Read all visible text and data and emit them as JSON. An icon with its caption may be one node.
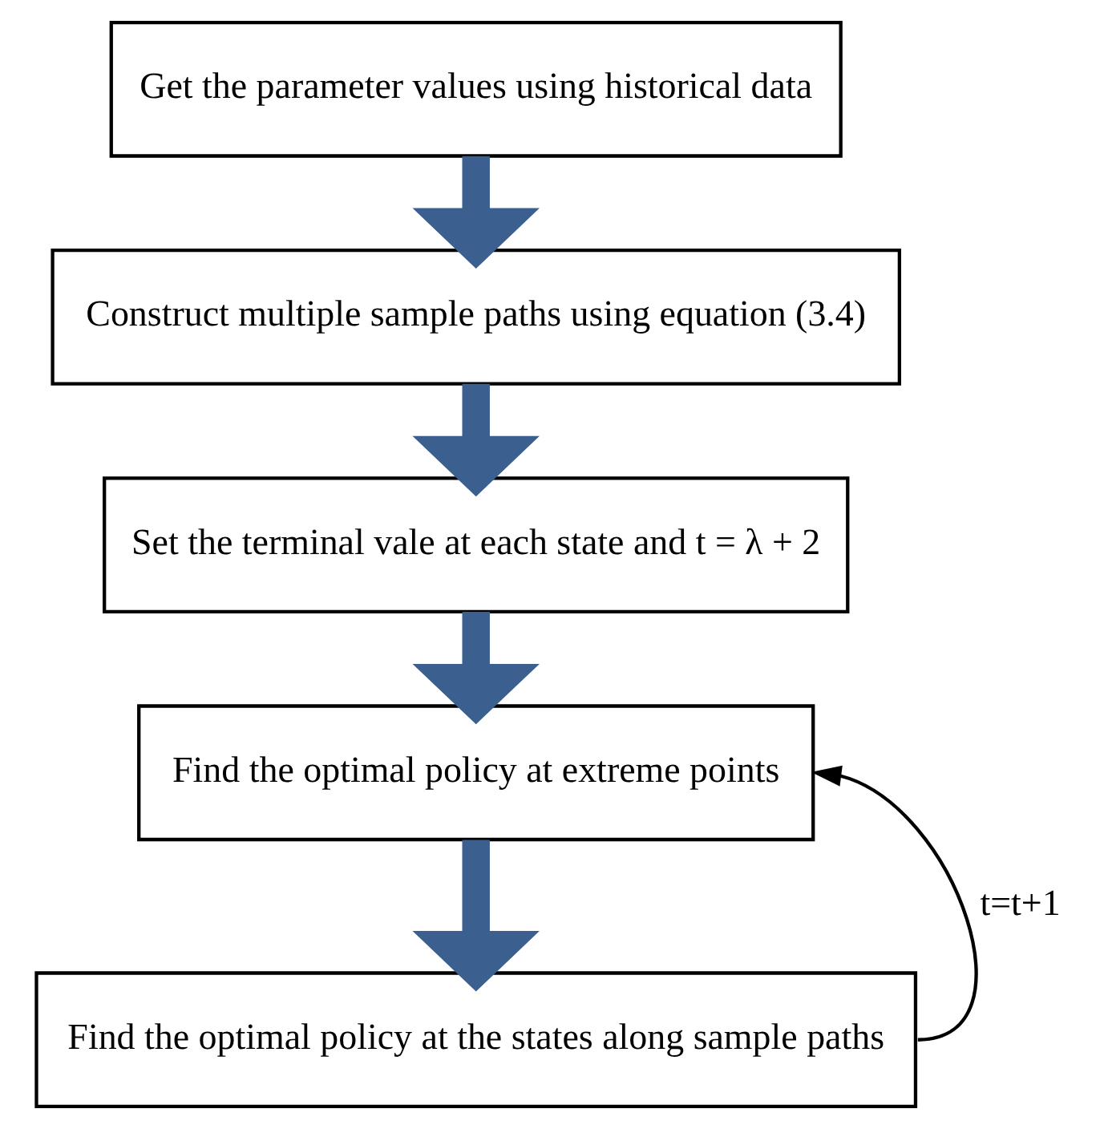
{
  "diagram": {
    "nodes": [
      {
        "text": [
          "Get the parameter values using historical data"
        ]
      },
      {
        "text": [
          "Construct multiple sample paths using equation (3.4)"
        ]
      },
      {
        "text": [
          "Set the terminal vale at each state and t = λ + 2"
        ]
      },
      {
        "text": [
          "Find the optimal policy at extreme points"
        ]
      },
      {
        "text": [
          "Find the optimal policy at the states along sample paths"
        ]
      }
    ],
    "edges": [
      {
        "from": 0,
        "to": 1,
        "arrow": "to"
      },
      {
        "from": 1,
        "to": 2,
        "arrow": "to"
      },
      {
        "from": 2,
        "to": 3,
        "arrow": "to"
      },
      {
        "from": 3,
        "to": 4,
        "arrow": "to"
      },
      {
        "from": 4,
        "to": 3,
        "arrow": "to",
        "label": "t=t+1",
        "color": "#000000"
      }
    ]
  }
}
